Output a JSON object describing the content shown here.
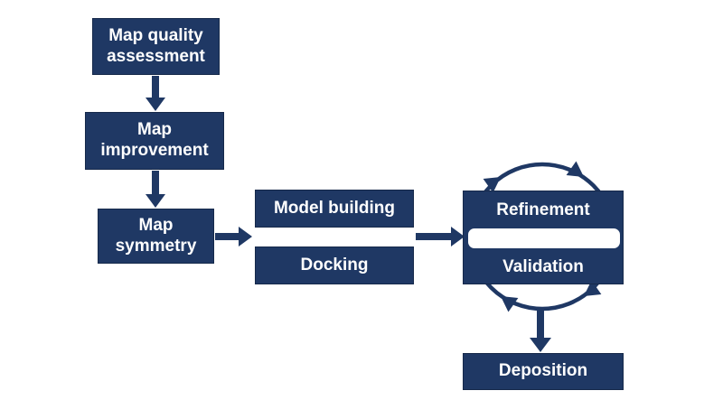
{
  "flowchart": {
    "colors": {
      "node_fill": "#1F3864",
      "node_border": "#16294A",
      "arrow": "#1F3864",
      "text": "#FFFFFF",
      "background": "#FFFFFF"
    },
    "nodes": {
      "map_quality": {
        "line1": "Map quality",
        "line2": "assessment"
      },
      "map_improvement": {
        "line1": "Map",
        "line2": "improvement"
      },
      "map_symmetry": {
        "line1": "Map",
        "line2": "symmetry"
      },
      "model_building": {
        "label": "Model building"
      },
      "docking": {
        "label": "Docking"
      },
      "refinement": {
        "label": "Refinement"
      },
      "validation": {
        "label": "Validation"
      },
      "deposition": {
        "label": "Deposition"
      }
    },
    "edges": [
      {
        "from": "Map quality assessment",
        "to": "Map improvement"
      },
      {
        "from": "Map improvement",
        "to": "Map symmetry"
      },
      {
        "from": "Map symmetry",
        "to": "Model building / Docking"
      },
      {
        "from": "Model building / Docking",
        "to": "Refinement / Validation"
      },
      {
        "from": "Refinement / Validation",
        "to": "Deposition"
      }
    ],
    "cycle": {
      "nodes": [
        "Refinement",
        "Validation"
      ],
      "direction": "clockwise",
      "arrowhead_count": 4
    }
  }
}
